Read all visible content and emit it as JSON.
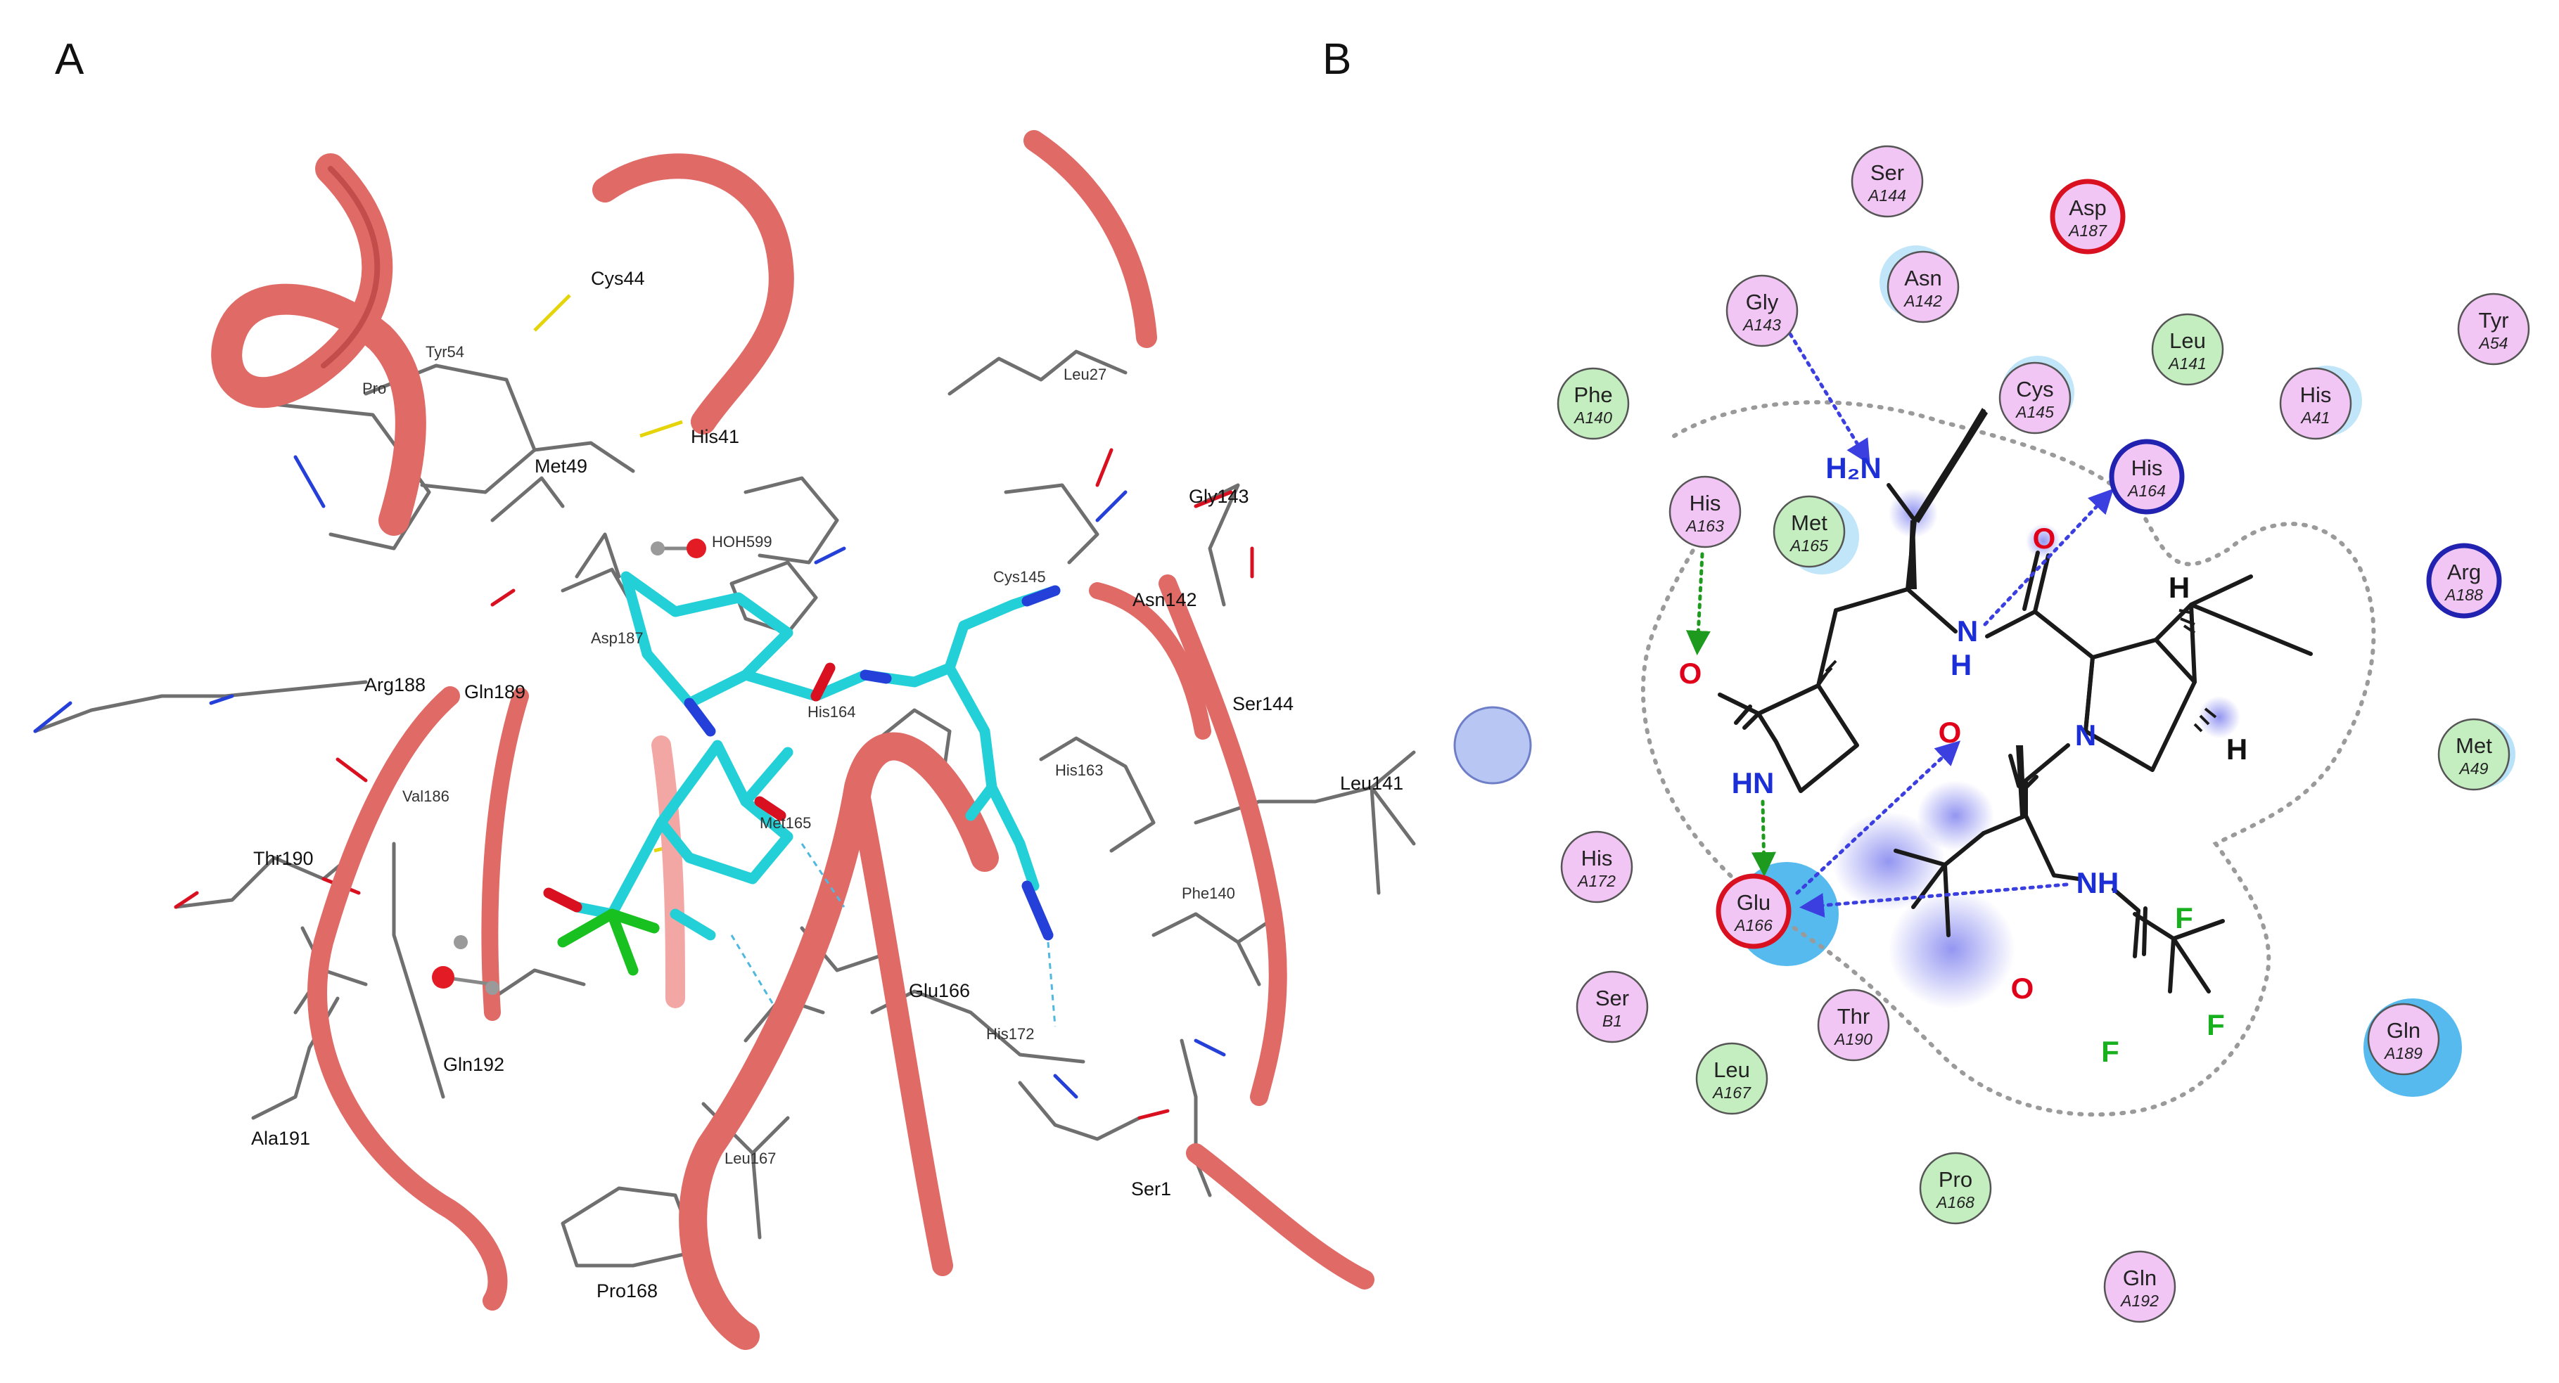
{
  "panels": [
    {
      "id": "A",
      "letter": "A"
    },
    {
      "id": "B",
      "letter": "B"
    }
  ],
  "panel_a": {
    "residue_labels": [
      {
        "id": "cys44",
        "text": "Cys44"
      },
      {
        "id": "pro",
        "text": "Pro"
      },
      {
        "id": "tyr54",
        "text": "Tyr54"
      },
      {
        "id": "met49",
        "text": "Met49"
      },
      {
        "id": "his41",
        "text": "His41"
      },
      {
        "id": "leu27",
        "text": "Leu27"
      },
      {
        "id": "hoh",
        "text": "HOH599"
      },
      {
        "id": "gly143",
        "text": "Gly143"
      },
      {
        "id": "cys145",
        "text": "Cys145"
      },
      {
        "id": "asn142",
        "text": "Asn142"
      },
      {
        "id": "asp187",
        "text": "Asp187"
      },
      {
        "id": "arg188",
        "text": "Arg188"
      },
      {
        "id": "gln189",
        "text": "Gln189"
      },
      {
        "id": "his164",
        "text": "His164"
      },
      {
        "id": "ser144",
        "text": "Ser144"
      },
      {
        "id": "his163",
        "text": "His163"
      },
      {
        "id": "val186",
        "text": "Val186"
      },
      {
        "id": "leu141",
        "text": "Leu141"
      },
      {
        "id": "met165",
        "text": "Met165"
      },
      {
        "id": "thr190",
        "text": "Thr190"
      },
      {
        "id": "phe140",
        "text": "Phe140"
      },
      {
        "id": "glu166",
        "text": "Glu166"
      },
      {
        "id": "his172",
        "text": "His172"
      },
      {
        "id": "gln192",
        "text": "Gln192"
      },
      {
        "id": "ala191",
        "text": "Ala191"
      },
      {
        "id": "leu167",
        "text": "Leu167"
      },
      {
        "id": "ser1",
        "text": "Ser1"
      },
      {
        "id": "pro168",
        "text": "Pro168"
      }
    ]
  },
  "panel_b": {
    "residues": [
      {
        "id": "ser144",
        "name": "Ser",
        "num": "A144",
        "type": "polar"
      },
      {
        "id": "asp187",
        "name": "Asp",
        "num": "A187",
        "type": "acidic"
      },
      {
        "id": "asn142",
        "name": "Asn",
        "num": "A142",
        "type": "polar"
      },
      {
        "id": "gly143",
        "name": "Gly",
        "num": "A143",
        "type": "polar"
      },
      {
        "id": "tyr54",
        "name": "Tyr",
        "num": "A54",
        "type": "polar"
      },
      {
        "id": "leu141",
        "name": "Leu",
        "num": "A141",
        "type": "hydrophobic"
      },
      {
        "id": "phe140",
        "name": "Phe",
        "num": "A140",
        "type": "hydrophobic"
      },
      {
        "id": "cys145",
        "name": "Cys",
        "num": "A145",
        "type": "polar"
      },
      {
        "id": "his41",
        "name": "His",
        "num": "A41",
        "type": "polar"
      },
      {
        "id": "his164",
        "name": "His",
        "num": "A164",
        "type": "basic"
      },
      {
        "id": "his163",
        "name": "His",
        "num": "A163",
        "type": "polar"
      },
      {
        "id": "met165",
        "name": "Met",
        "num": "A165",
        "type": "hydrophobic"
      },
      {
        "id": "arg188",
        "name": "Arg",
        "num": "A188",
        "type": "basic"
      },
      {
        "id": "met49",
        "name": "Met",
        "num": "A49",
        "type": "hydrophobic"
      },
      {
        "id": "his172",
        "name": "His",
        "num": "A172",
        "type": "polar"
      },
      {
        "id": "glu166",
        "name": "Glu",
        "num": "A166",
        "type": "acidic"
      },
      {
        "id": "serb1",
        "name": "Ser",
        "num": "B1",
        "type": "polar"
      },
      {
        "id": "thr190",
        "name": "Thr",
        "num": "A190",
        "type": "polar"
      },
      {
        "id": "leu167",
        "name": "Leu",
        "num": "A167",
        "type": "hydrophobic"
      },
      {
        "id": "gln189",
        "name": "Gln",
        "num": "A189",
        "type": "polar"
      },
      {
        "id": "pro168",
        "name": "Pro",
        "num": "A168",
        "type": "hydrophobic"
      },
      {
        "id": "gln192",
        "name": "Gln",
        "num": "A192",
        "type": "polar"
      }
    ],
    "atom_labels": [
      {
        "id": "h2n",
        "text": "H₂N",
        "color": "#1c2fd6"
      },
      {
        "id": "nh_amide",
        "text": "N",
        "color": "#1c2fd6"
      },
      {
        "id": "nh_amide_h",
        "text": "H",
        "color": "#1c2fd6"
      },
      {
        "id": "o_amide1",
        "text": "O",
        "color": "#e0001a"
      },
      {
        "id": "h_top",
        "text": "H",
        "color": "#111111"
      },
      {
        "id": "h_bot",
        "text": "H",
        "color": "#111111"
      },
      {
        "id": "o_lactam",
        "text": "O",
        "color": "#e0001a"
      },
      {
        "id": "hn_lactam",
        "text": "HN",
        "color": "#1c2fd6"
      },
      {
        "id": "n_pyrrolidine",
        "text": "N",
        "color": "#1c2fd6"
      },
      {
        "id": "o_amide2",
        "text": "O",
        "color": "#e0001a"
      },
      {
        "id": "nh_tfa",
        "text": "NH",
        "color": "#1c2fd6"
      },
      {
        "id": "o_tfa",
        "text": "O",
        "color": "#e0001a"
      },
      {
        "id": "f1",
        "text": "F",
        "color": "#18b01e"
      },
      {
        "id": "f2",
        "text": "F",
        "color": "#18b01e"
      },
      {
        "id": "f3",
        "text": "F",
        "color": "#18b01e"
      }
    ]
  },
  "colors": {
    "ribbon": "#e06a66",
    "ribbon_dark": "#c24d4a",
    "ligand": "#24d0d8",
    "hbond_blue": "#3b3fe0",
    "hbond_green": "#1e9a1e",
    "polar_fill": "#f1c6f4",
    "hydrophobic_fill": "#c4eec0",
    "acidic_ring": "#d81020",
    "basic_ring": "#2222b0",
    "exposure": "#4db6ee"
  }
}
